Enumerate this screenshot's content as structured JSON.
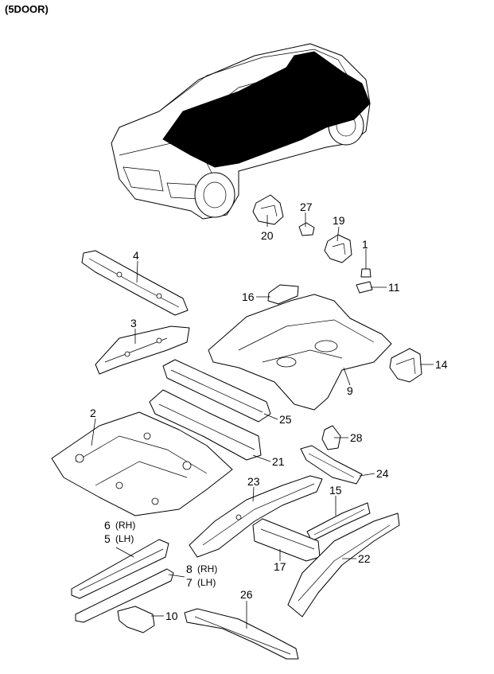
{
  "header": {
    "title": "(5DOOR)"
  },
  "callouts": [
    {
      "id": "c1",
      "text": "1"
    },
    {
      "id": "c2",
      "text": "2"
    },
    {
      "id": "c3",
      "text": "3"
    },
    {
      "id": "c4",
      "text": "4"
    },
    {
      "id": "c5",
      "text": "5"
    },
    {
      "id": "c5s",
      "text": "(LH)"
    },
    {
      "id": "c6",
      "text": "6"
    },
    {
      "id": "c6s",
      "text": "(RH)"
    },
    {
      "id": "c7",
      "text": "7"
    },
    {
      "id": "c7s",
      "text": "(LH)"
    },
    {
      "id": "c8",
      "text": "8"
    },
    {
      "id": "c8s",
      "text": "(RH)"
    },
    {
      "id": "c9",
      "text": "9"
    },
    {
      "id": "c10",
      "text": "10"
    },
    {
      "id": "c11",
      "text": "11"
    },
    {
      "id": "c14",
      "text": "14"
    },
    {
      "id": "c15",
      "text": "15"
    },
    {
      "id": "c16",
      "text": "16"
    },
    {
      "id": "c17",
      "text": "17"
    },
    {
      "id": "c19",
      "text": "19"
    },
    {
      "id": "c20",
      "text": "20"
    },
    {
      "id": "c21",
      "text": "21"
    },
    {
      "id": "c22",
      "text": "22"
    },
    {
      "id": "c23",
      "text": "23"
    },
    {
      "id": "c24",
      "text": "24"
    },
    {
      "id": "c25",
      "text": "25"
    },
    {
      "id": "c26",
      "text": "26"
    },
    {
      "id": "c27",
      "text": "27"
    },
    {
      "id": "c28",
      "text": "28"
    }
  ]
}
